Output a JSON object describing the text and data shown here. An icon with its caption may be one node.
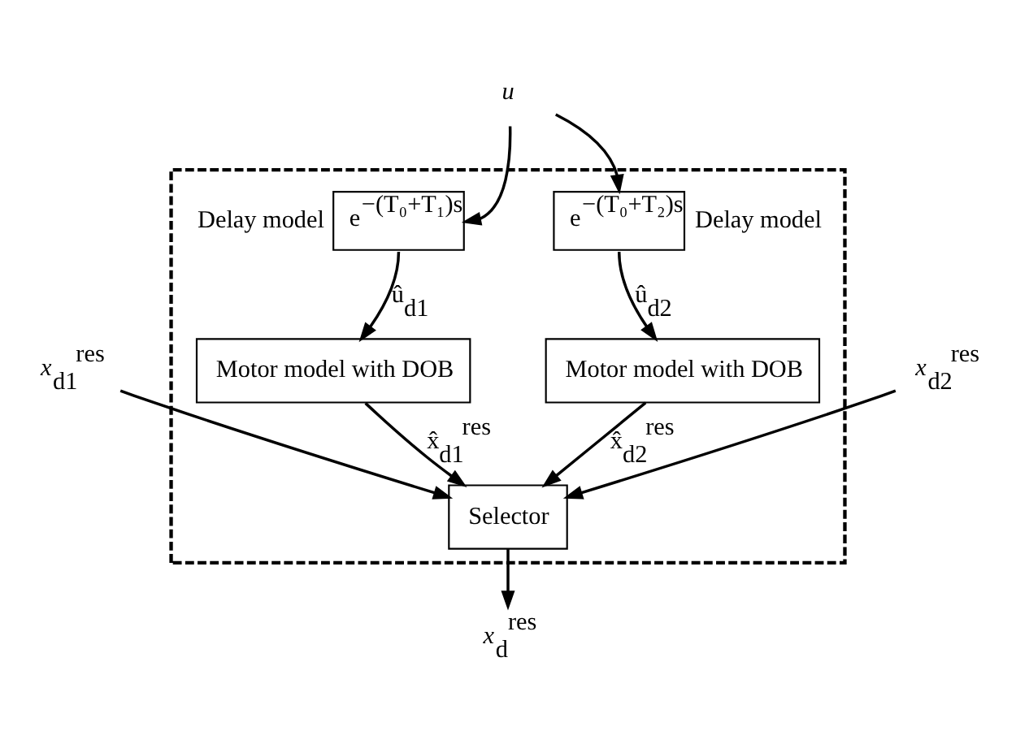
{
  "diagram": {
    "nodes": [
      {
        "text": [],
        "shape": "box"
      },
      {
        "text": [
          "*u*"
        ]
      },
      {
        "text": [
          "e$^{−(T₀+T₁)s}$"
        ],
        "in": 0,
        "beside": [
          "Delay model"
        ]
      },
      {
        "text": [
          "e$^{−(T₀+T₂)s}$"
        ],
        "in": 0,
        "beside": [
          "Delay model"
        ]
      },
      {
        "text": [
          "Motor model with DOB"
        ],
        "in": 0
      },
      {
        "text": [
          "Motor model with DOB"
        ],
        "in": 0
      },
      {
        "text": [
          "Selector"
        ],
        "in": 0
      },
      {
        "text": [
          "*x*$_{d1}$$^{res}$"
        ]
      },
      {
        "text": [
          "*x*$_{d2}$$^{res}$"
        ]
      },
      {
        "text": [
          "*x*$_{d}$$^{res}$"
        ]
      }
    ],
    "edges": [
      {
        "from": 1,
        "to": 2,
        "arrow": "to"
      },
      {
        "from": 1,
        "to": 3,
        "arrow": "to"
      },
      {
        "from": 2,
        "to": 4,
        "arrow": "to",
        "label": "û$_{d1}$"
      },
      {
        "from": 3,
        "to": 5,
        "arrow": "to",
        "label": "û$_{d2}$"
      },
      {
        "from": 4,
        "to": 6,
        "arrow": "to",
        "label": "x̂$_{d1}$$^{res}$"
      },
      {
        "from": 5,
        "to": 6,
        "arrow": "to",
        "label": "x̂$_{d2}$$^{res}$"
      },
      {
        "from": 7,
        "to": 6,
        "arrow": "to"
      },
      {
        "from": 8,
        "to": 6,
        "arrow": "to"
      },
      {
        "from": 6,
        "to": 9,
        "arrow": "to"
      }
    ]
  }
}
